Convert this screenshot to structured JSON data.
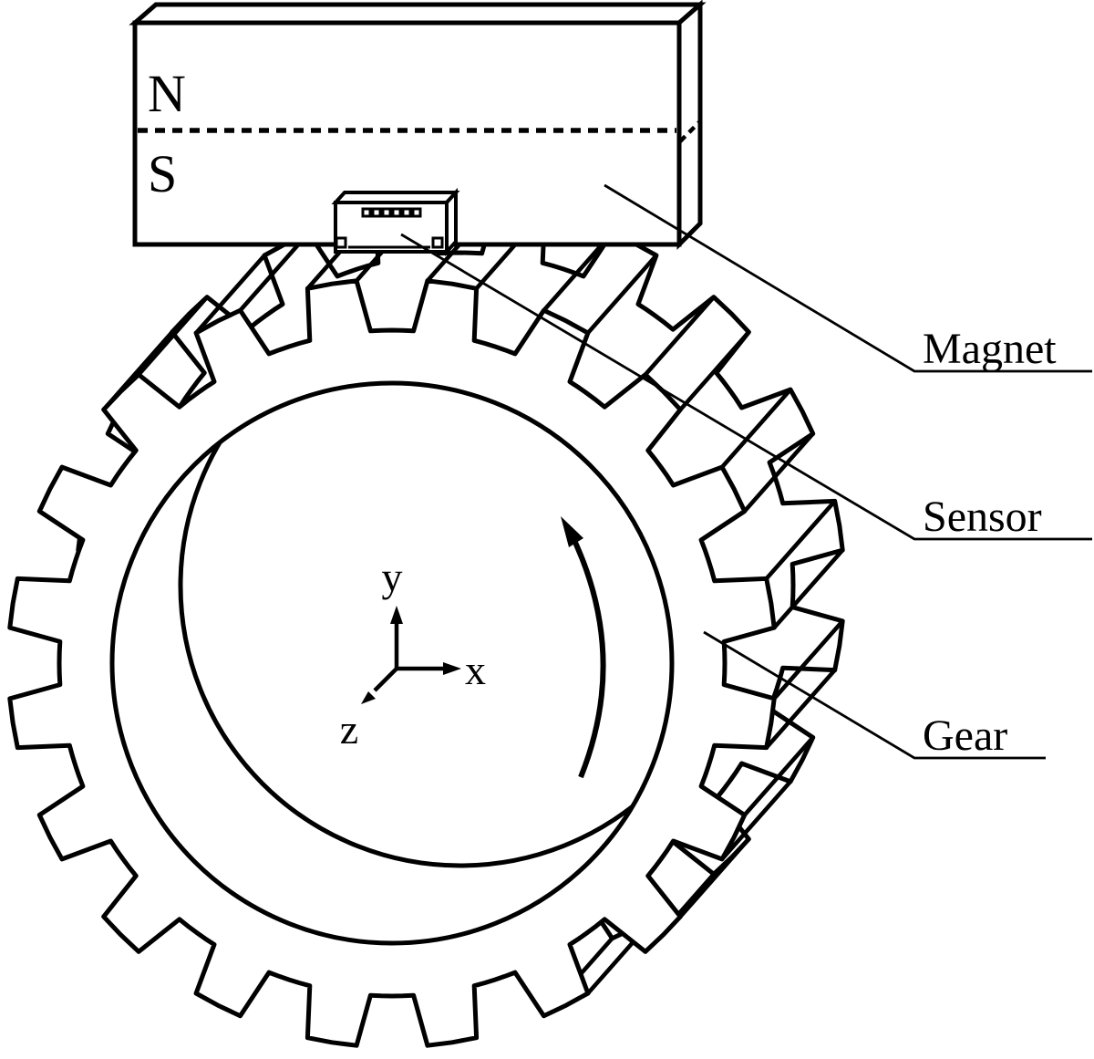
{
  "diagram": {
    "type": "gear-magnet-sensor-schematic",
    "colors": {
      "line": "#000000",
      "background": "#ffffff"
    },
    "magnet": {
      "north_label": "N",
      "south_label": "S"
    },
    "callouts": {
      "magnet": "Magnet",
      "sensor": "Sensor",
      "gear": "Gear"
    },
    "axes": {
      "x": "x",
      "y": "y",
      "z": "z"
    }
  }
}
